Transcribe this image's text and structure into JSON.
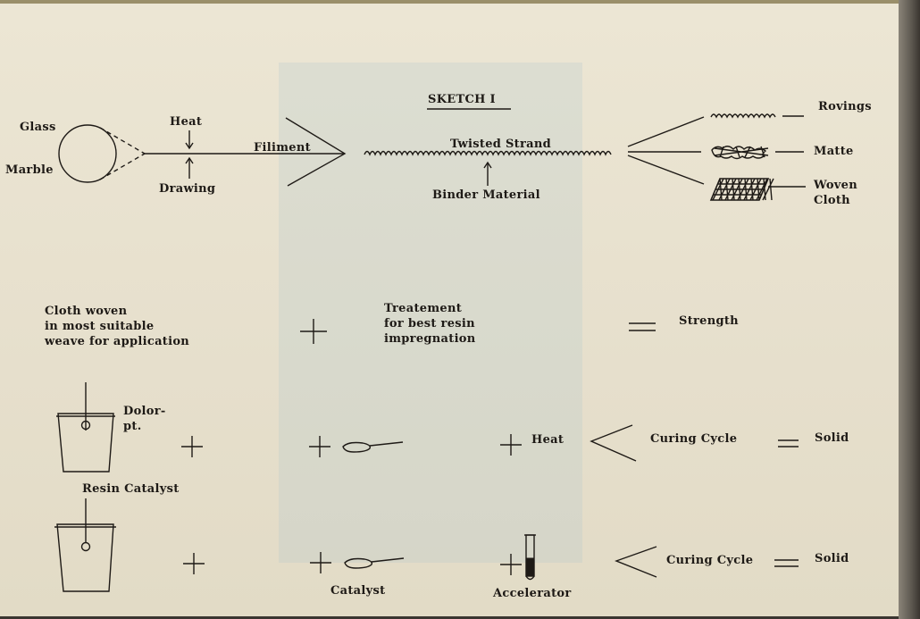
{
  "title": "SKETCH I",
  "row1": {
    "glass": "Glass",
    "marble": "Marble",
    "heat": "Heat",
    "drawing": "Drawing",
    "filiment": "Filiment",
    "twisted_strand": "Twisted Strand",
    "binder": "Binder Material",
    "rovings": "Rovings",
    "matte": "Matte",
    "woven_cloth": "Woven\nCloth"
  },
  "row2": {
    "cloth": "Cloth woven\nin most suitable\nweave for application",
    "treatment": "Treatement\nfor best resin\nimpregnation",
    "strength": "Strength"
  },
  "row3": {
    "dolor": "Dolor-\npt.",
    "heat": "Heat",
    "curing": "Curing Cycle",
    "solid": "Solid",
    "resin_catalyst": "Resin Catalyst"
  },
  "row4": {
    "catalyst": "Catalyst",
    "accelerator": "Accelerator",
    "curing": "Curing Cycle",
    "solid": "Solid"
  }
}
